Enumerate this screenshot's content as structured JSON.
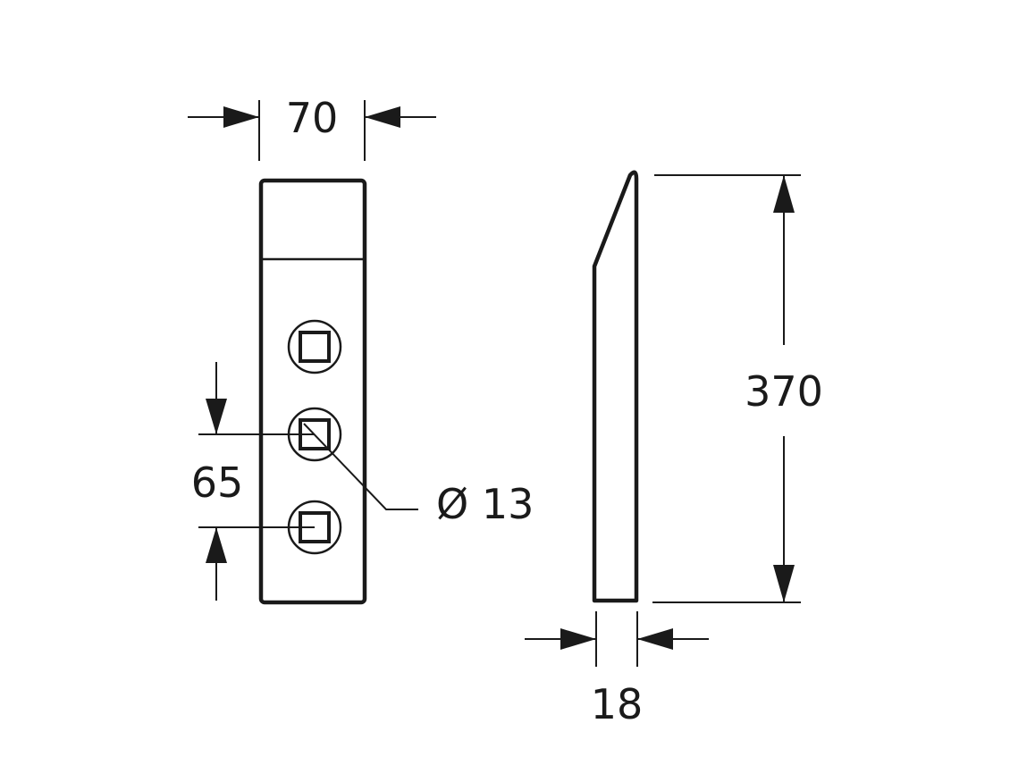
{
  "dimensions": {
    "width": "70",
    "hole_spacing": "65",
    "hole_diameter": "Ø 13",
    "length": "370",
    "thickness": "18"
  },
  "colors": {
    "line": "#1a1a1a",
    "background": "#ffffff"
  }
}
